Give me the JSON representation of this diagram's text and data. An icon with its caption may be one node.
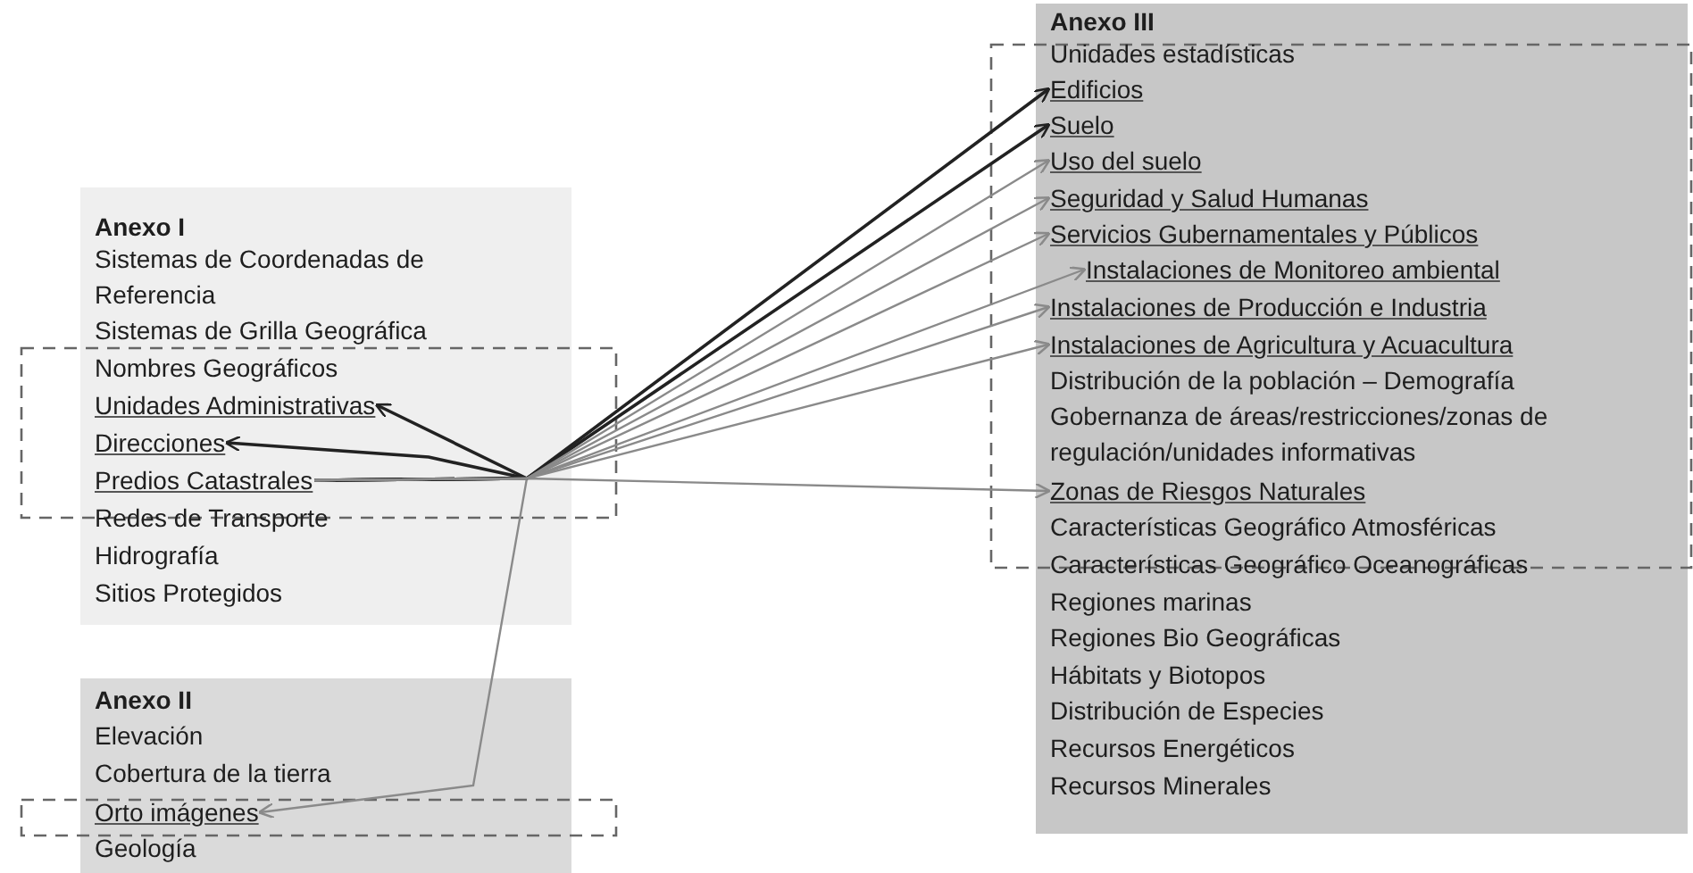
{
  "diagram": {
    "nodes": [
      {
        "text": [
          "Anexo I"
        ]
      },
      {
        "text": [
          "Sistemas de Coordenadas de Referencia"
        ],
        "in": 0
      },
      {
        "text": [
          "Sistemas de Grilla Geográfica"
        ],
        "in": 0
      },
      {
        "text": [
          "Nombres Geográficos"
        ],
        "in": 0
      },
      {
        "text": [
          "Unidades Administrativas"
        ],
        "in": 0
      },
      {
        "text": [
          "Direcciones"
        ],
        "in": 0
      },
      {
        "text": [
          "Predios Catastrales"
        ],
        "in": 0
      },
      {
        "text": [
          "Redes de Transporte"
        ],
        "in": 0
      },
      {
        "text": [
          "Hidrografía"
        ],
        "in": 0
      },
      {
        "text": [
          "Sitios Protegidos"
        ],
        "in": 0
      },
      {
        "text": [
          "Anexo II"
        ]
      },
      {
        "text": [
          "Elevación"
        ],
        "in": 10
      },
      {
        "text": [
          "Cobertura de la tierra"
        ],
        "in": 10
      },
      {
        "text": [
          "Orto imágenes"
        ],
        "in": 10
      },
      {
        "text": [
          "Geología"
        ],
        "in": 10
      },
      {
        "text": [
          "Anexo III"
        ]
      },
      {
        "text": [
          "Unidades estadísticas"
        ],
        "in": 15
      },
      {
        "text": [
          "Edificios"
        ],
        "in": 15
      },
      {
        "text": [
          "Suelo"
        ],
        "in": 15
      },
      {
        "text": [
          "Uso del suelo"
        ],
        "in": 15
      },
      {
        "text": [
          "Seguridad y Salud Humanas"
        ],
        "in": 15
      },
      {
        "text": [
          "Servicios Gubernamentales y Públicos"
        ],
        "in": 15
      },
      {
        "text": [
          "Instalaciones de Monitoreo ambiental"
        ],
        "in": 15
      },
      {
        "text": [
          "Instalaciones de Producción e Industria"
        ],
        "in": 15
      },
      {
        "text": [
          "Instalaciones de Agricultura y Acuacultura"
        ],
        "in": 15
      },
      {
        "text": [
          "Distribución de la población – Demografía"
        ],
        "in": 15
      },
      {
        "text": [
          "Gobernanza de áreas/restricciones/zonas de regulación/unidades informativas"
        ],
        "in": 15
      },
      {
        "text": [
          "Zonas de Riesgos Naturales"
        ],
        "in": 15
      },
      {
        "text": [
          "Características Geográfico Atmosféricas"
        ],
        "in": 15
      },
      {
        "text": [
          "Características Geográfico Oceanográficas"
        ],
        "in": 15
      },
      {
        "text": [
          "Regiones marinas"
        ],
        "in": 15
      },
      {
        "text": [
          "Regiones Bio Geográficas"
        ],
        "in": 15
      },
      {
        "text": [
          "Hábitats y Biotopos"
        ],
        "in": 15
      },
      {
        "text": [
          "Distribución de Especies"
        ],
        "in": 15
      },
      {
        "text": [
          "Recursos Energéticos"
        ],
        "in": 15
      },
      {
        "text": [
          "Recursos Minerales"
        ],
        "in": 15
      }
    ],
    "edges": [
      {
        "from": 6,
        "to": 4,
        "arrow": "to",
        "color": "#222222"
      },
      {
        "from": 6,
        "to": 5,
        "arrow": "to",
        "color": "#222222"
      },
      {
        "from": 6,
        "to": 13,
        "arrow": "to"
      },
      {
        "from": 6,
        "to": 17,
        "arrow": "to",
        "color": "#222222"
      },
      {
        "from": 6,
        "to": 18,
        "arrow": "to",
        "color": "#222222"
      },
      {
        "from": 6,
        "to": 19,
        "arrow": "to"
      },
      {
        "from": 6,
        "to": 20,
        "arrow": "to"
      },
      {
        "from": 6,
        "to": 21,
        "arrow": "to"
      },
      {
        "from": 6,
        "to": 22,
        "arrow": "to"
      },
      {
        "from": 6,
        "to": 23,
        "arrow": "to"
      },
      {
        "from": 6,
        "to": 24,
        "arrow": "to"
      },
      {
        "from": 6,
        "to": 27,
        "arrow": "to"
      }
    ]
  }
}
